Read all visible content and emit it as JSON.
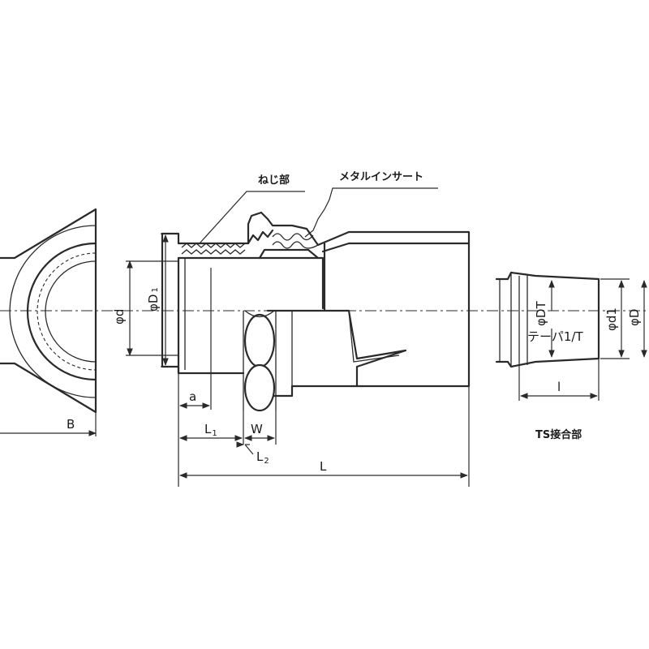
{
  "labels": {
    "thread_part": "ねじ部",
    "metal_insert": "メタルインサート",
    "dim_B": "B",
    "dim_phi_d": "φd",
    "dim_phi_D1": "φD",
    "dim_D1_sub": "1",
    "dim_a": "a",
    "dim_L1": "L",
    "dim_L1_sub": "1",
    "dim_W": "W",
    "dim_L2": "L",
    "dim_L2_sub": "2",
    "dim_L": "L",
    "dim_phi_DT": "φDT",
    "dim_phi_d1": "φd1",
    "dim_phi_D": "φD",
    "dim_taper": "テーパ1/T",
    "dim_l": "l",
    "ts_joint_caption": "TS接合部"
  }
}
